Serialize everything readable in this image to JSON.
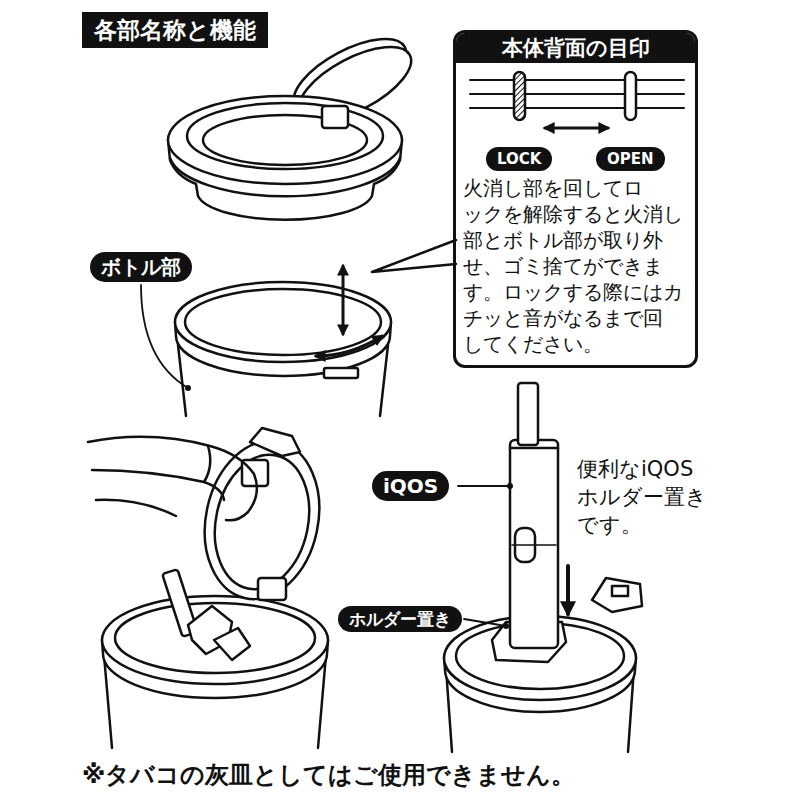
{
  "diagram": {
    "title": "各部名称と機能",
    "caption": "※タバコの灰皿としてはご使用できません。",
    "nodes": [
      {
        "text": [
          "本体背面の目印",
          "火消し部を回してロ ックを解除すると火消し 部とボトル部が取り外 せ、ゴミ捨てができま す。ロックする際にはカ チッと音がなるまで回 してください。"
        ]
      },
      {
        "text": [
          "LOCK"
        ],
        "in": 0
      },
      {
        "text": [
          "OPEN"
        ],
        "in": 0
      },
      {
        "text": [
          "ボトル部"
        ]
      },
      {
        "text": [
          "iQOS"
        ]
      },
      {
        "text": [
          "ホルダー置き"
        ]
      }
    ],
    "labels": [
      "便利なiQOS ホルダー置き です。"
    ]
  }
}
